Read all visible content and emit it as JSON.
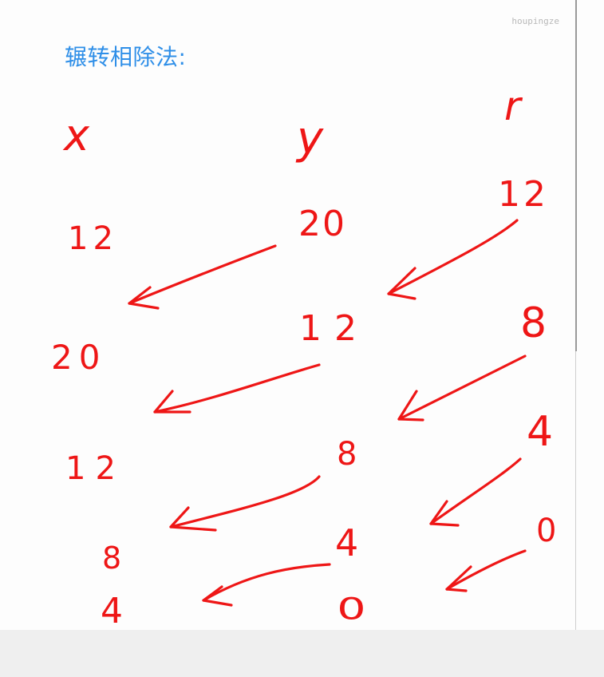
{
  "title": "辗转相除法:",
  "watermark": "houpingze",
  "ink_color": "#ee1616",
  "title_color": "#2f8fe8",
  "headers": {
    "x": "x",
    "y": "y",
    "r": "r"
  },
  "columns": {
    "x": [
      "12",
      "20",
      "12",
      "8",
      "4"
    ],
    "y": [
      "20",
      "12",
      "8",
      "4",
      "0"
    ],
    "r": [
      "12",
      "8",
      "4",
      "0"
    ]
  }
}
